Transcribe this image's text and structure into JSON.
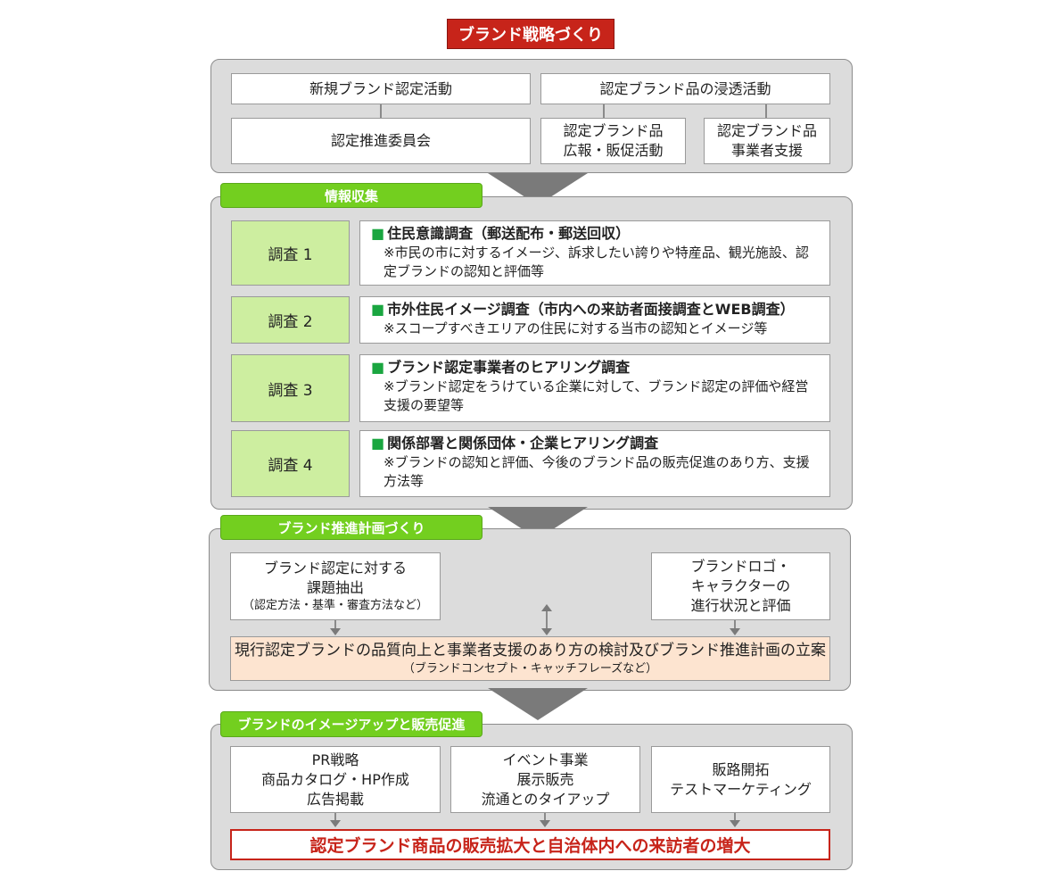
{
  "title": "ブランド戦略づくり",
  "section1": {
    "new_brand": "新規ブランド認定活動",
    "penetration": "認定ブランド品の浸透活動",
    "committee": "認定推進委員会",
    "pr_line1": "認定ブランド品",
    "pr_line2": "広報・販促活動",
    "support_line1": "認定ブランド品",
    "support_line2": "事業者支援"
  },
  "section2": {
    "tag": "情報収集",
    "surveys": [
      {
        "label": "調査 1",
        "title": "住民意識調査（郵送配布・郵送回収）",
        "desc": "※市民の市に対するイメージ、訴求したい誇りや特産品、観光施設、認定ブランドの認知と評価等"
      },
      {
        "label": "調査 2",
        "title": "市外住民イメージ調査（市内への来訪者面接調査とWEB調査）",
        "desc": "※スコープすべきエリアの住民に対する当市の認知とイメージ等"
      },
      {
        "label": "調査 3",
        "title": "ブランド認定事業者のヒアリング調査",
        "desc": "※ブランド認定をうけている企業に対して、ブランド認定の評価や経営支援の要望等"
      },
      {
        "label": "調査 4",
        "title": "関係部署と関係団体・企業ヒアリング調査",
        "desc": "※ブランドの認知と評価、今後のブランド品の販売促進のあり方、支援方法等"
      }
    ]
  },
  "section3": {
    "tag": "ブランド推進計画づくり",
    "left_line1": "ブランド認定に対する",
    "left_line2": "課題抽出",
    "left_note": "（認定方法・基準・審査方法など）",
    "right_line1": "ブランドロゴ・",
    "right_line2": "キャラクターの",
    "right_line3": "進行状況と評価",
    "result_main": "現行認定ブランドの品質向上と事業者支援のあり方の検討及びブランド推進計画の立案",
    "result_note": "（ブランドコンセプト・キャッチフレーズなど）"
  },
  "section4": {
    "tag": "ブランドのイメージアップと販売促進",
    "box1": [
      "PR戦略",
      "商品カタログ・HP作成",
      "広告掲載"
    ],
    "box2": [
      "イベント事業",
      "展示販売",
      "流通とのタイアップ"
    ],
    "box3": [
      "販路開拓",
      "テストマーケティング"
    ],
    "goal": "認定ブランド商品の販売拡大と自治体内への来訪者の増大"
  }
}
